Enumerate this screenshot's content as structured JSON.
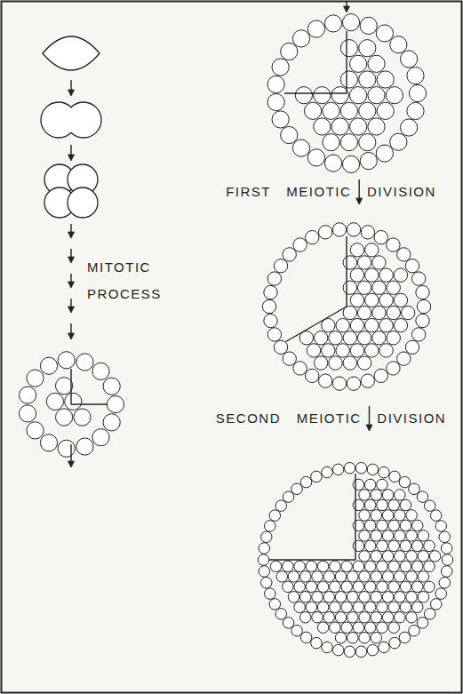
{
  "diagram": {
    "labels": [
      "MITOTIC PROCESS",
      "FIRST MEIOTIC DIVISION",
      "SECOND MEIOTIC DIVISION"
    ]
  }
}
